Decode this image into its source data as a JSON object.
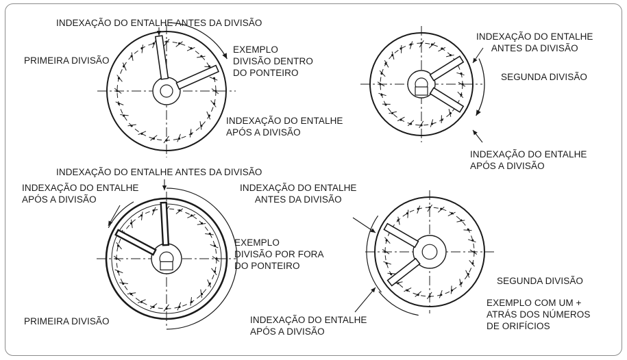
{
  "diagrams": [
    {
      "id": "top-left",
      "labels": {
        "before": "INDEXAÇÃO DO ENTALHE ANTES DA DIVISÃO",
        "division": "PRIMEIRA DIVISÃO",
        "example": [
          "EXEMPLO",
          "DIVISÃO DENTRO",
          "DO PONTEIRO"
        ],
        "after": [
          "INDEXAÇÃO DO ENTALHE",
          "APÓS A DIVISÃO"
        ]
      }
    },
    {
      "id": "top-right",
      "labels": {
        "before": [
          "INDEXAÇÃO DO ENTALHE",
          "ANTES DA DIVISÃO"
        ],
        "division": "SEGUNDA DIVISÃO",
        "after": [
          "INDEXAÇÃO DO ENTALHE",
          "APÓS A DIVISÃO"
        ]
      }
    },
    {
      "id": "bottom-left",
      "labels": {
        "before": "INDEXAÇÃO DO ENTALHE ANTES DA DIVISÃO",
        "after": [
          "INDEXAÇÃO DO ENTALHE",
          "APÓS A DIVISÃO"
        ],
        "example": [
          "EXEMPLO",
          "DIVISÃO POR FORA",
          "DO PONTEIRO"
        ],
        "division": "PRIMEIRA DIVISÃO"
      }
    },
    {
      "id": "bottom-right",
      "labels": {
        "before": [
          "INDEXAÇÃO DO ENTALHE",
          "ANTES DA DIVISÃO"
        ],
        "division": "SEGUNDA DIVISÃO",
        "example": [
          "EXEMPLO COM UM +",
          "ATRÁS DOS NÚMEROS",
          "DE ORIFÍCIOS"
        ],
        "after": [
          "INDEXAÇÃO DO ENTALHE",
          "APÓS A DIVISÃO"
        ]
      }
    }
  ],
  "colors": {
    "ink": "#1a1a1a",
    "frame": "#8a8a8a",
    "background": "#ffffff"
  }
}
